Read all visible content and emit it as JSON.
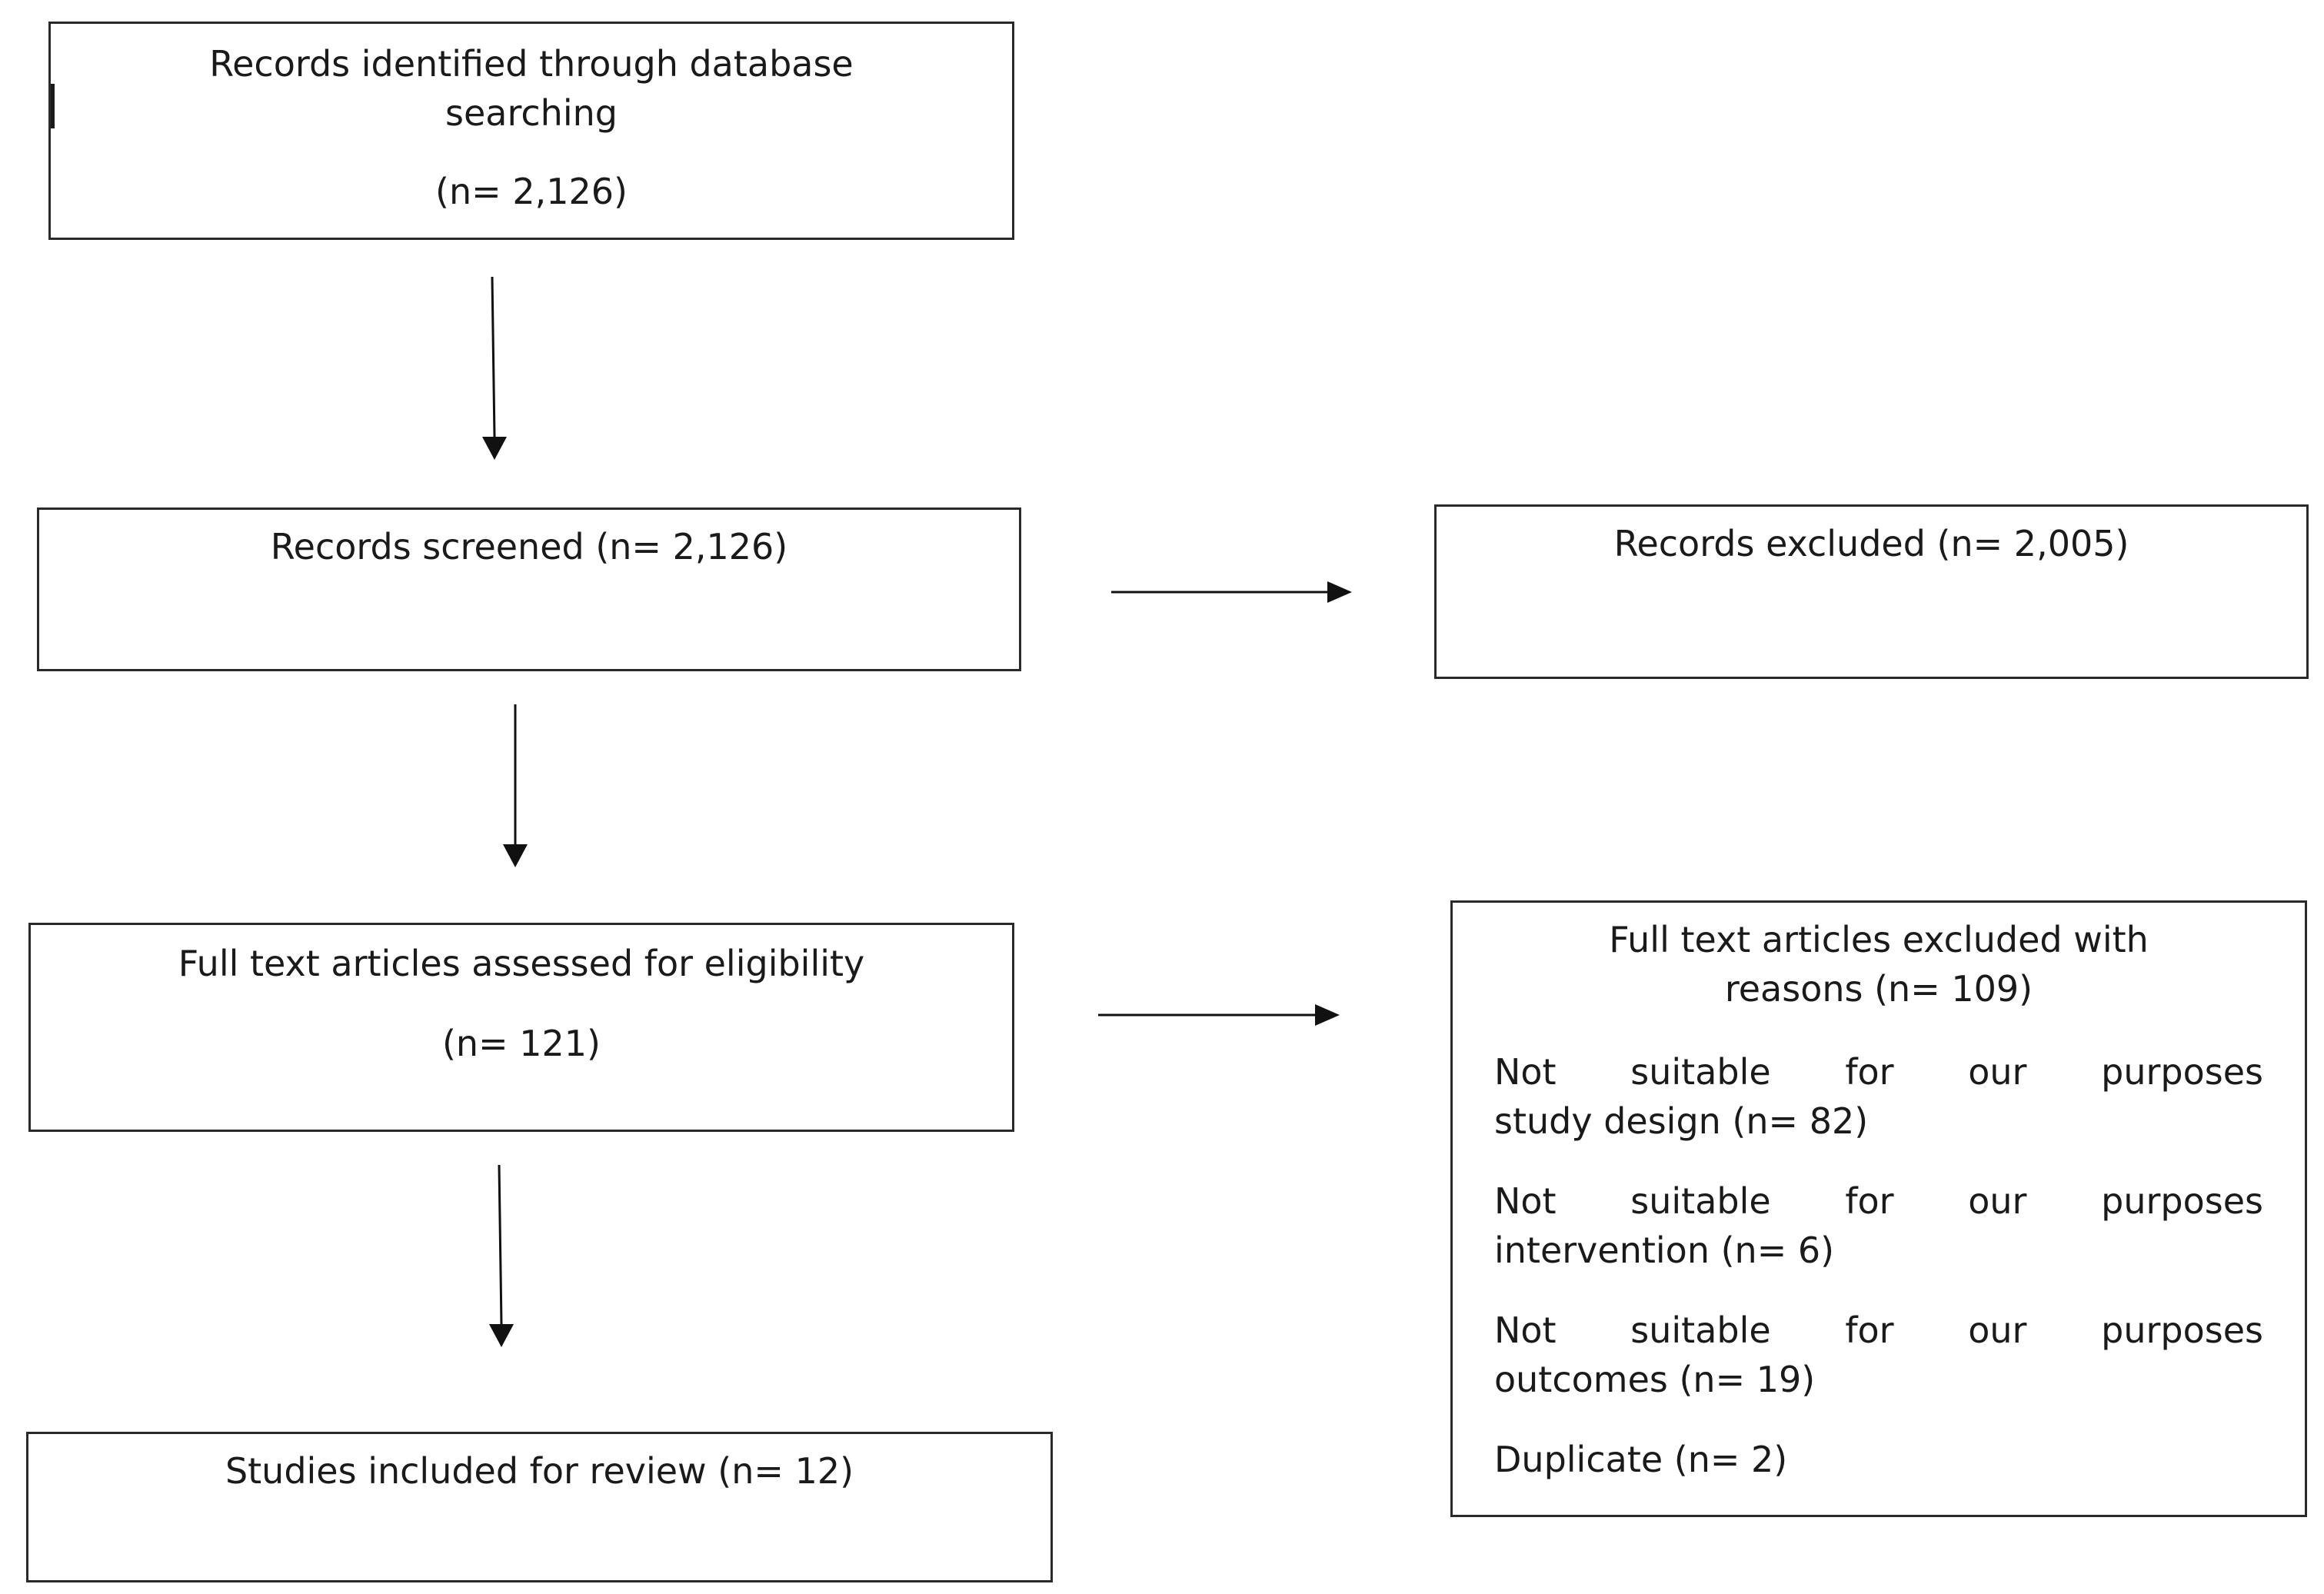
{
  "identification": {
    "line1": "Records identified through database",
    "line2": "searching",
    "count": "(n= 2,126)"
  },
  "screening": {
    "label": "Records screened (n= 2,126)"
  },
  "excluded_records": {
    "label": "Records excluded (n= 2,005)"
  },
  "eligibility": {
    "label": "Full text articles assessed for eligibility",
    "count": "(n= 121)"
  },
  "included": {
    "label": "Studies included for review (n= 12)"
  },
  "excluded_fulltext": {
    "title_line1": "Full text articles excluded with",
    "title_line2": "reasons (n= 109)",
    "reasons": [
      {
        "line1": "Not suitable for our purposes",
        "line2": "study design (n= 82)"
      },
      {
        "line1": "Not suitable for our purposes",
        "line2": "intervention (n= 6)"
      },
      {
        "line1": "Not suitable for our purposes",
        "line2": "outcomes (n= 19)"
      },
      {
        "line1": "Duplicate (n= 2)",
        "line2": ""
      }
    ]
  }
}
